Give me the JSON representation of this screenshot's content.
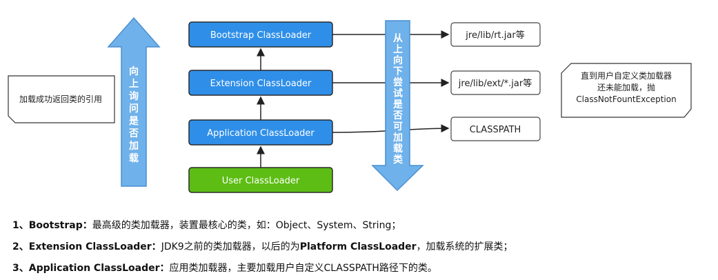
{
  "loaders": {
    "bootstrap": "Bootstrap ClassLoader",
    "extension": "Extension ClassLoader",
    "application": "Application ClassLoader",
    "user": "User ClassLoader"
  },
  "paths": {
    "rt": "jre/lib/rt.jar等",
    "ext": "jre/lib/ext/*.jar等",
    "classpath": "CLASSPATH"
  },
  "arrows": {
    "up_chars": [
      "向",
      "上",
      "询",
      "问",
      "是",
      "否",
      "加",
      "载"
    ],
    "down_chars": [
      "从",
      "上",
      "向",
      "下",
      "尝",
      "试",
      "是",
      "否",
      "可",
      "加",
      "载",
      "类"
    ]
  },
  "notes": {
    "left": "加载成功返回类的引用",
    "right_lines": [
      "直到用户自定义类加载器",
      "还未能加载，抛",
      "ClassNotFountException"
    ]
  },
  "colors": {
    "blue_box": "#2f8fe8",
    "green_box": "#5dbd14",
    "arrow_fill": "#6fb1ea",
    "arrow_stroke": "#4a8fd0"
  },
  "items": [
    {
      "num": "1、",
      "name": "Bootstrap：",
      "desc": "最高级的类加载器，装置最核心的类，如：Object、System、String；"
    },
    {
      "num": "2、",
      "name": "Extension ClassLoader：",
      "desc": "JDK9之前的类加载器，以后的为",
      "extra_bold": "Platform ClassLoader",
      "tail": "，加载系统的扩展类；"
    },
    {
      "num": "3、",
      "name": "Application ClassLoader：",
      "desc": "应用类加载器，主要加载用户自定义CLASSPATH路径下的类。"
    }
  ]
}
